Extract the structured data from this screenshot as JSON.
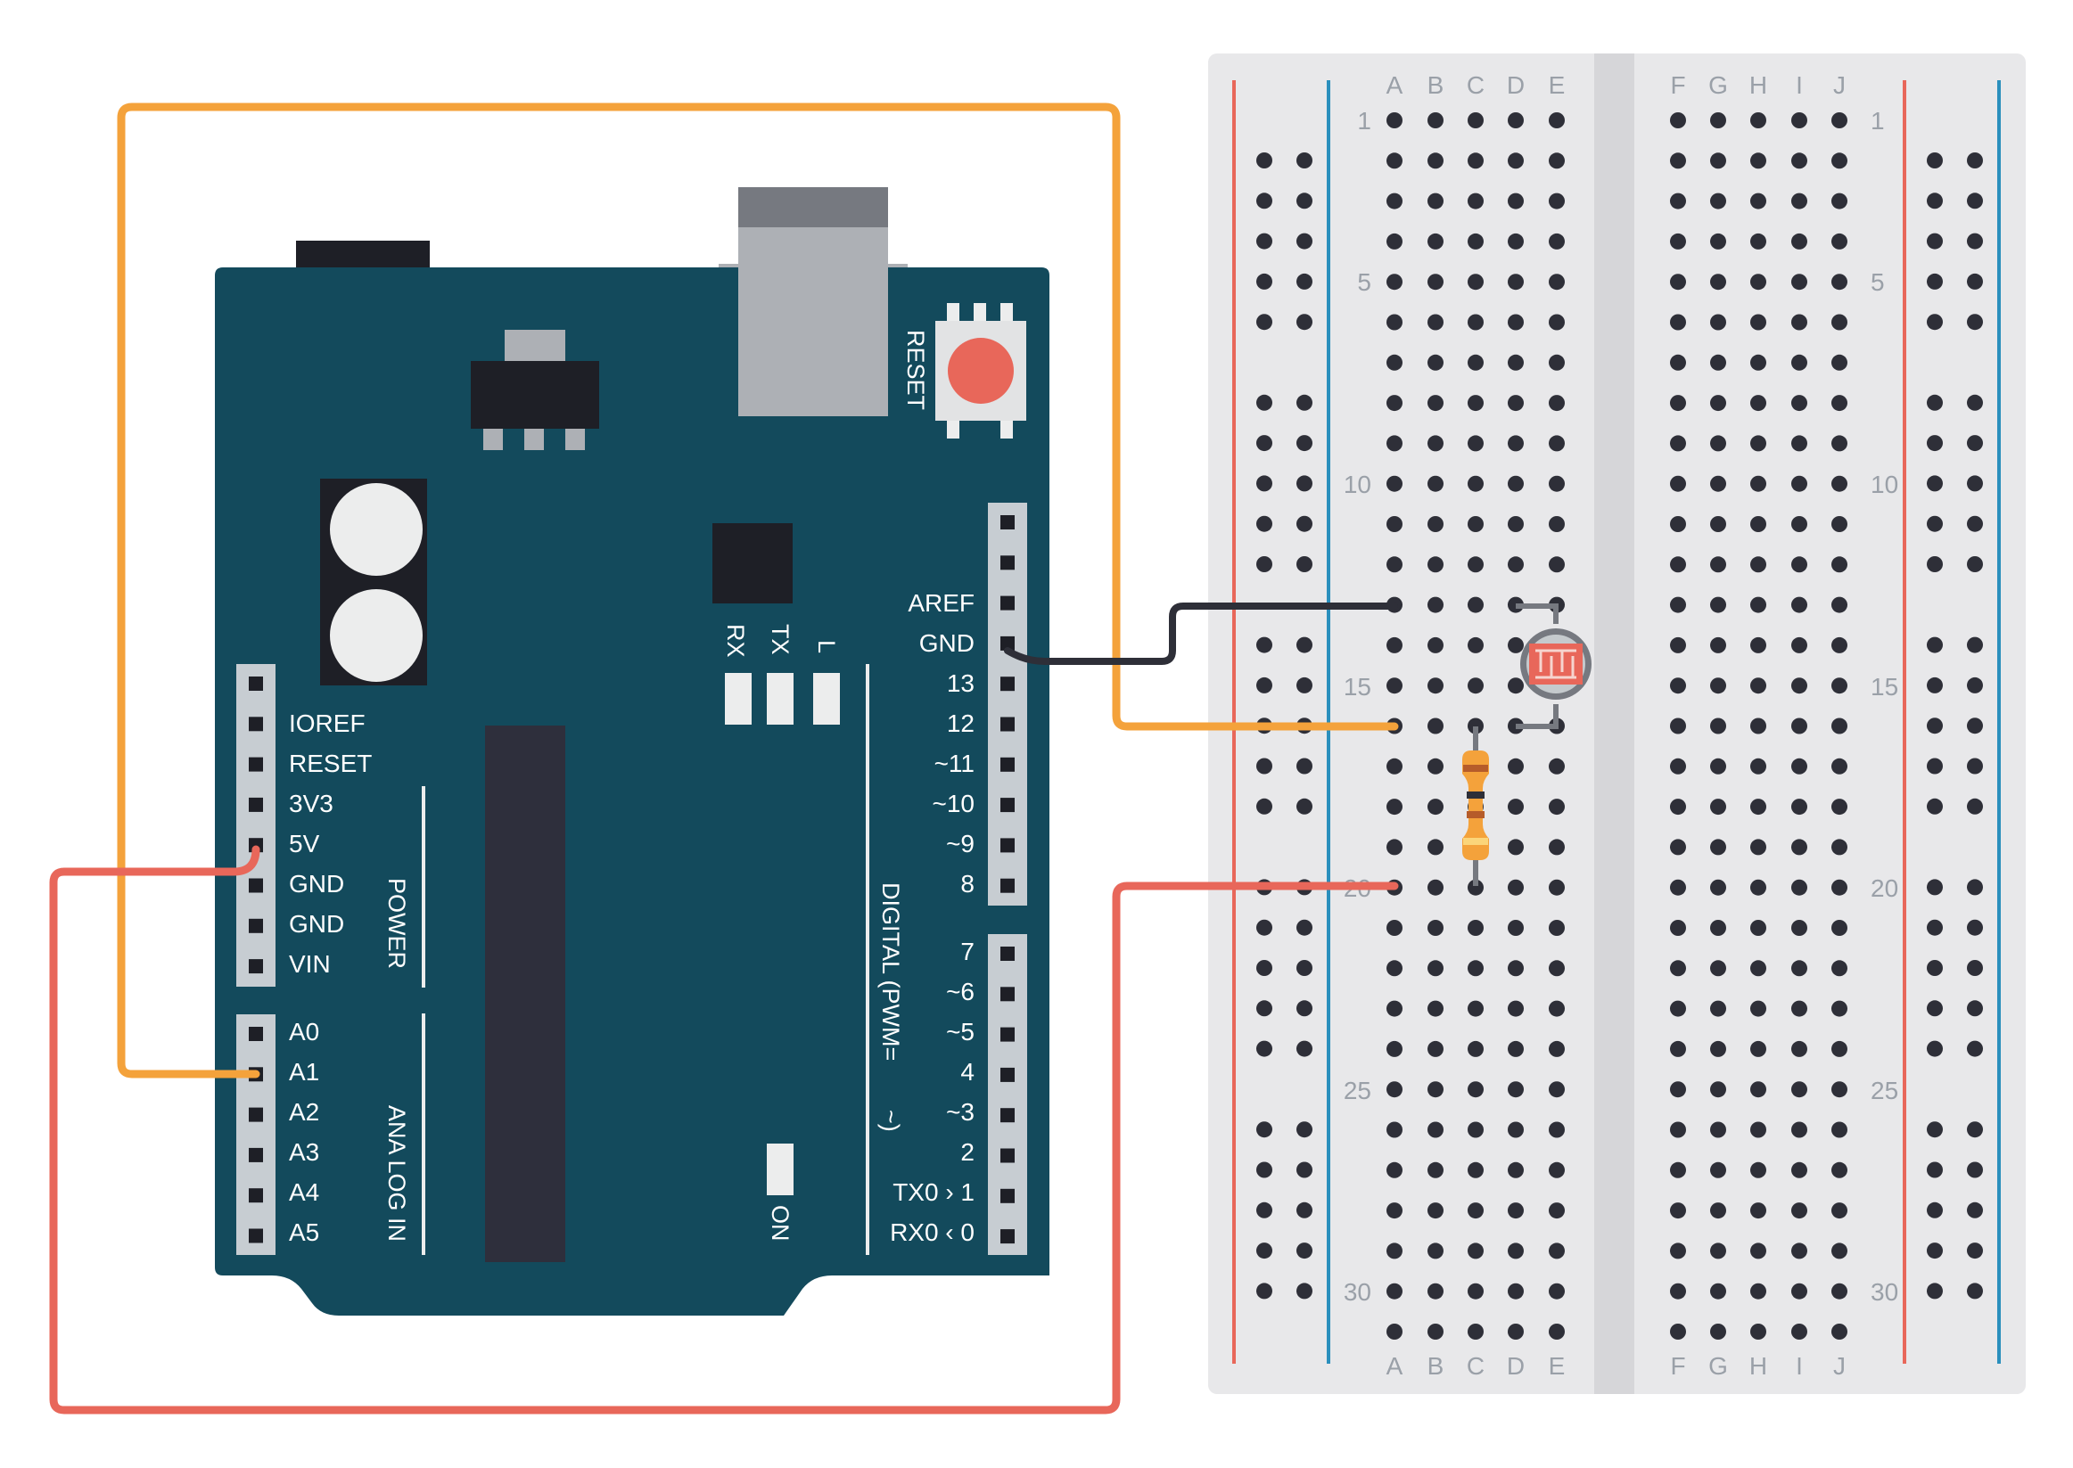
{
  "board": {
    "reset_label": "RESET",
    "aref_label": "AREF",
    "gnd_label": "GND",
    "led_labels": [
      "RX",
      "TX",
      "L"
    ],
    "on_label": "ON",
    "digital_group_label": "DIGITAL (PWM=",
    "digital_group_tilde": "~)",
    "digital_pins": [
      "13",
      "12",
      "~11",
      "~10",
      "~9",
      "8",
      "7",
      "~6",
      "~5",
      "4",
      "~3",
      "2",
      "TX0 › 1",
      "RX0 ‹ 0"
    ],
    "power_pins": [
      "IOREF",
      "RESET",
      "3V3",
      "5V",
      "GND",
      "GND",
      "VIN"
    ],
    "power_group_label": "POWER",
    "analog_pins": [
      "A0",
      "A1",
      "A2",
      "A3",
      "A4",
      "A5"
    ],
    "analog_group_label": "ANA LOG IN",
    "colors": {
      "pcb": "#134a5c",
      "header": "#c7cdd2",
      "reset_button": "#e8675a"
    }
  },
  "breadboard": {
    "left_columns": [
      "A",
      "B",
      "C",
      "D",
      "E"
    ],
    "right_columns": [
      "F",
      "G",
      "H",
      "I",
      "J"
    ],
    "row_numbers": [
      "1",
      "5",
      "10",
      "15",
      "20",
      "25",
      "30"
    ],
    "colors": {
      "body": "#e8e8ea",
      "hole": "#2e2f38",
      "rail_positive": "#e8675a",
      "rail_negative": "#2a8fbd"
    }
  },
  "components": {
    "photoresistor": "photoresistor-icon",
    "resistor": "resistor-icon"
  },
  "wires": {
    "colors": {
      "signal": "#f4a23b",
      "power": "#e8675a",
      "ground": "#2e2f38"
    }
  }
}
